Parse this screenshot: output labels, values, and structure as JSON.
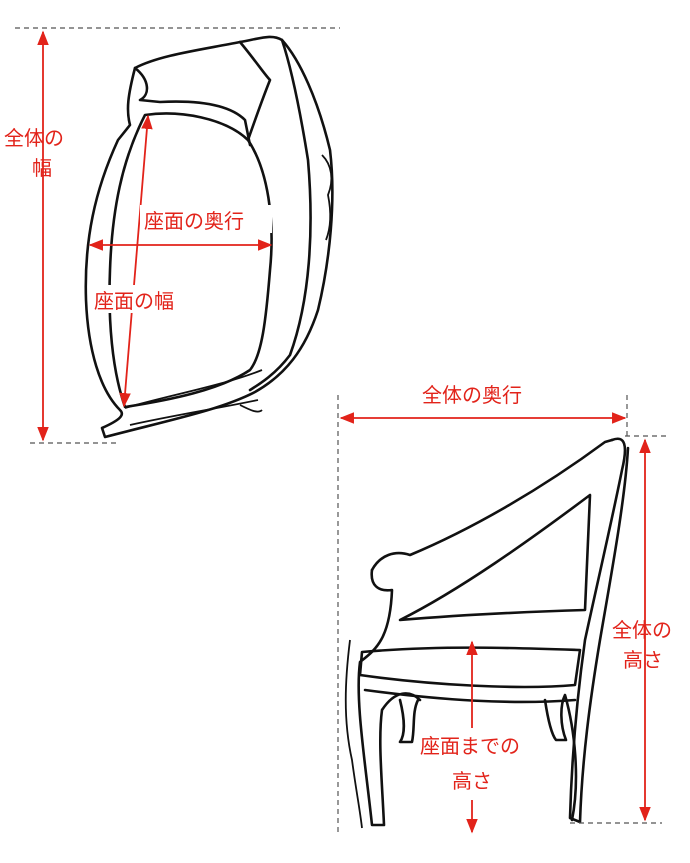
{
  "labels": {
    "overall_width": [
      "全体の",
      "幅"
    ],
    "seat_depth": "座面の奥行",
    "seat_width": "座面の幅",
    "overall_depth": "全体の奥行",
    "overall_height": [
      "全体の",
      "高さ"
    ],
    "seat_height": [
      "座面までの",
      "高さ"
    ]
  },
  "colors": {
    "dimension": "#e2231a",
    "outline": "#111111"
  }
}
